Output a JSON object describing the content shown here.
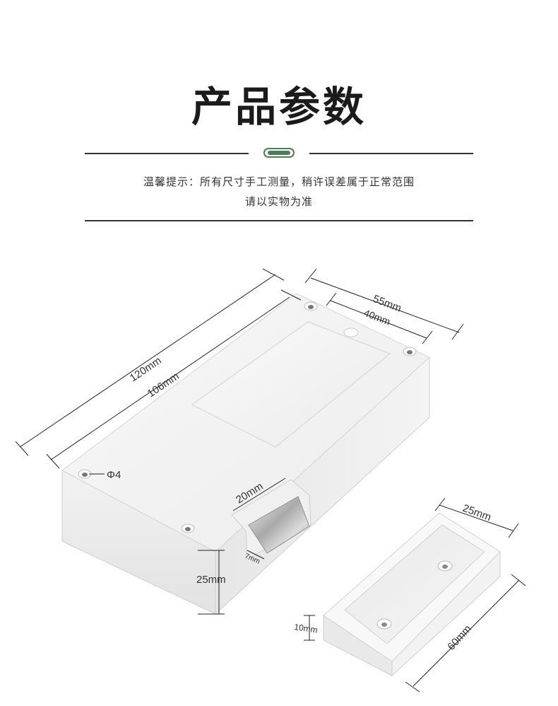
{
  "header": {
    "title": "产品参数",
    "note_line1": "温馨提示：所有尺寸手工测量，稍许误差属于正常范围",
    "note_line2": "请以实物为准"
  },
  "dimensions": {
    "width_outer": "55mm",
    "width_inner": "40mm",
    "length_outer": "120mm",
    "length_inner": "106mm",
    "hole_diameter": "Φ4",
    "latch_width": "20mm",
    "latch_depth": "7mm",
    "body_height": "25mm",
    "strike_width": "25mm",
    "strike_length": "60mm",
    "strike_height": "10mm"
  },
  "colors": {
    "accent": "#4f7a5c",
    "rule": "#333333"
  }
}
